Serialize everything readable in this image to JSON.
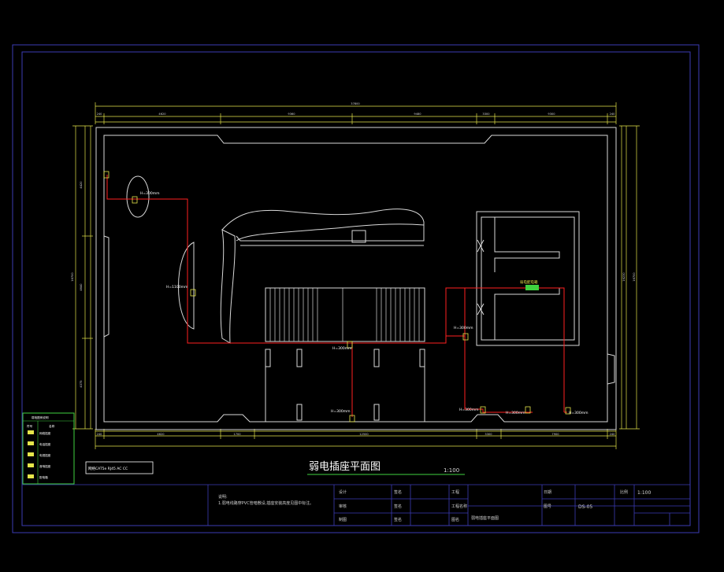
{
  "drawing": {
    "title": "弱电插座平面图",
    "scale": "1:100",
    "drawing_number": "DS-05",
    "drawing_name": "弱电插座平面图"
  },
  "legend": {
    "header": [
      "符号",
      "名称"
    ],
    "title": "弱电图例说明",
    "rows": [
      {
        "label": "网络插座"
      },
      {
        "label": "电话插座"
      },
      {
        "label": "电视插座"
      },
      {
        "label": "音响插座"
      },
      {
        "label": "配电箱"
      }
    ]
  },
  "note_box": "网络CAT5e RJ45 AC CC",
  "annotations": {
    "outlet_1": "H=300mm",
    "outlet_2": "H=1100mm",
    "outlet_3": "H=300mm",
    "outlet_4": "H=300mm",
    "outlet_5": "H=300mm",
    "outlet_6": "H=300mm",
    "outlet_7": "H=300mm",
    "outlet_8": "H=300mm",
    "panel": "弱电配电箱"
  },
  "dimensions": {
    "top_total": "37800",
    "top_segments": [
      "240",
      "4620",
      "9360",
      "9480",
      "3300",
      "9300",
      "240"
    ],
    "bottom_segments": [
      "240",
      "4620",
      "1700",
      "12500",
      "3300",
      "7900",
      "240"
    ],
    "left_segments": [
      "4420",
      "4640",
      "4375"
    ],
    "left_total": "16700",
    "right_total": "16700",
    "right_inner": "16230"
  },
  "title_block": {
    "notes_label": "说明:",
    "notes_text": "1.弱电线路穿PVC管暗敷设,插座安装高度见图中标注。",
    "fields": {
      "designer": "设计",
      "checker": "审核",
      "drawer": "制图",
      "project": "工程",
      "proj_name": "工程名称",
      "drawing_label": "图名",
      "number_label": "图号",
      "scale_label": "比例",
      "date_label": "日期",
      "sign_1": "签名",
      "sign_2": "签名",
      "sign_3": "签名"
    }
  },
  "colors": {
    "frame_blue": "#3b3bb5",
    "wall_white": "#d8d8d8",
    "wire_red": "#ff2020",
    "dim_yellow": "#e6e64a",
    "legend_green": "#3fd23f"
  }
}
